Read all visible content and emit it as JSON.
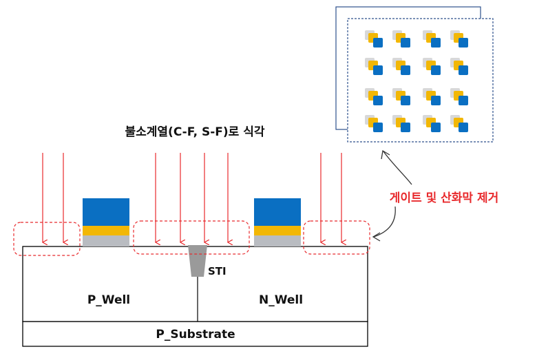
{
  "title": "불소계열(C-F, S-F)로 식각",
  "callout": "게이트 및 산화막 제거",
  "regions": {
    "p_well": "P_Well",
    "n_well": "N_Well",
    "substrate": "P_Substrate",
    "sti": "STI"
  },
  "colors": {
    "arrow": "#e8292c",
    "gate_blue": "#0a6fc2",
    "gate_yellow": "#f2b705",
    "oxide_gray": "#b9bcc1",
    "dashed_red": "#e8292c",
    "inset_blue": "#2c4f8c",
    "callout_red": "#e8292c"
  },
  "inset": {
    "rows": 4,
    "cols": 4
  }
}
